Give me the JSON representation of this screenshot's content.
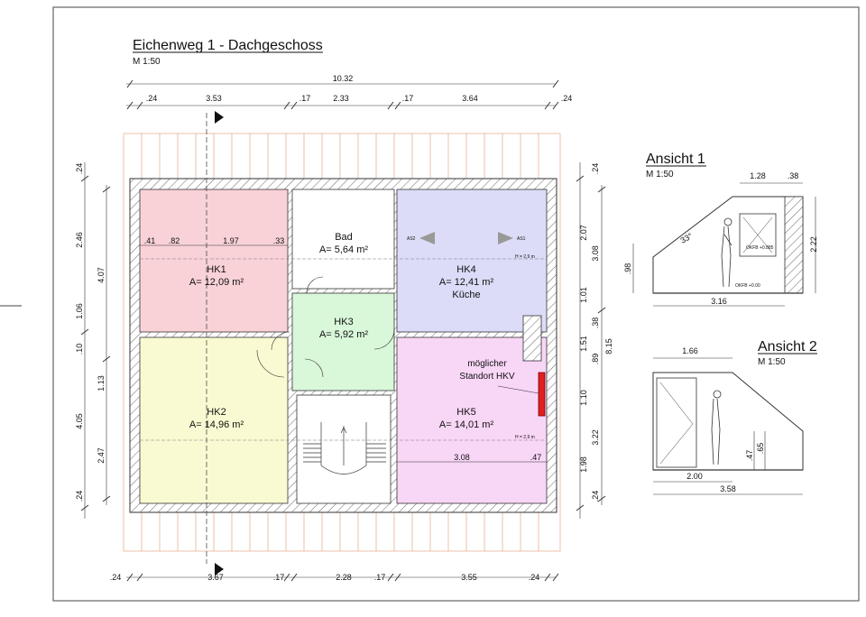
{
  "title": "Eichenweg 1 - Dachgeschoss",
  "scale": "M 1:50",
  "dims_top_total": "10.32",
  "dims_top": [
    ".24",
    "3.53",
    ".17",
    "2.33",
    ".17",
    "3.64",
    ".24"
  ],
  "dims_bottom": [
    ".24",
    "3.67",
    ".17",
    "2.28",
    ".17",
    "3.55",
    ".24"
  ],
  "dims_left": [
    ".24",
    "2.46",
    "4.07",
    "1.06",
    ".10",
    "1.13",
    "4.05",
    "2.47",
    ".24"
  ],
  "dims_right": [
    ".24",
    "2.07",
    "3.08",
    "1.01",
    ".38",
    "1.51",
    "8.15",
    ".89",
    "1.10",
    "3.22",
    "1.98",
    ".24"
  ],
  "dims_hk1": [
    ".41",
    ".82",
    "1.97",
    ".33"
  ],
  "dims_hk5": [
    "3.08",
    ".47"
  ],
  "rooms": {
    "hk1": {
      "name": "HK1",
      "area": "A= 12,09 m²"
    },
    "bad": {
      "name": "Bad",
      "area": "A= 5,64 m²"
    },
    "hk4": {
      "name": "HK4",
      "area": "A= 12,41 m²",
      "extra": "Küche"
    },
    "hk3": {
      "name": "HK3",
      "area": "A= 5,92 m²"
    },
    "hk2": {
      "name": "HK2",
      "area": "A= 14,96 m²"
    },
    "hk5": {
      "name": "HK5",
      "area": "A= 14,01 m²"
    }
  },
  "hkv_label_1": "möglicher",
  "hkv_label_2": "Standort HKV",
  "h_note": "H = 2,9 m",
  "as_left": "AS2",
  "as_right": "AS1",
  "view1": {
    "title": "Ansicht 1",
    "scale": "M 1:50",
    "dims": [
      "1.28",
      ".38",
      "2.22",
      ".98",
      "3.16"
    ],
    "angle": "33°",
    "okfb1": "OKFB +0.885",
    "okfb2": "OKFB +0.00"
  },
  "view2": {
    "title": "Ansicht 2",
    "scale": "M 1:50",
    "dims": [
      "1.66",
      ".47",
      ".65",
      "2.00",
      "3.58"
    ]
  },
  "colors": {
    "hk1": "#f9d2d8",
    "hk4": "#dcdcf8",
    "hk3": "#d9f7d9",
    "hk2": "#fafad2",
    "hk5": "#f8d6f6",
    "heater": "#e02020",
    "wall": "#808080",
    "roof": "#e2a07a"
  }
}
